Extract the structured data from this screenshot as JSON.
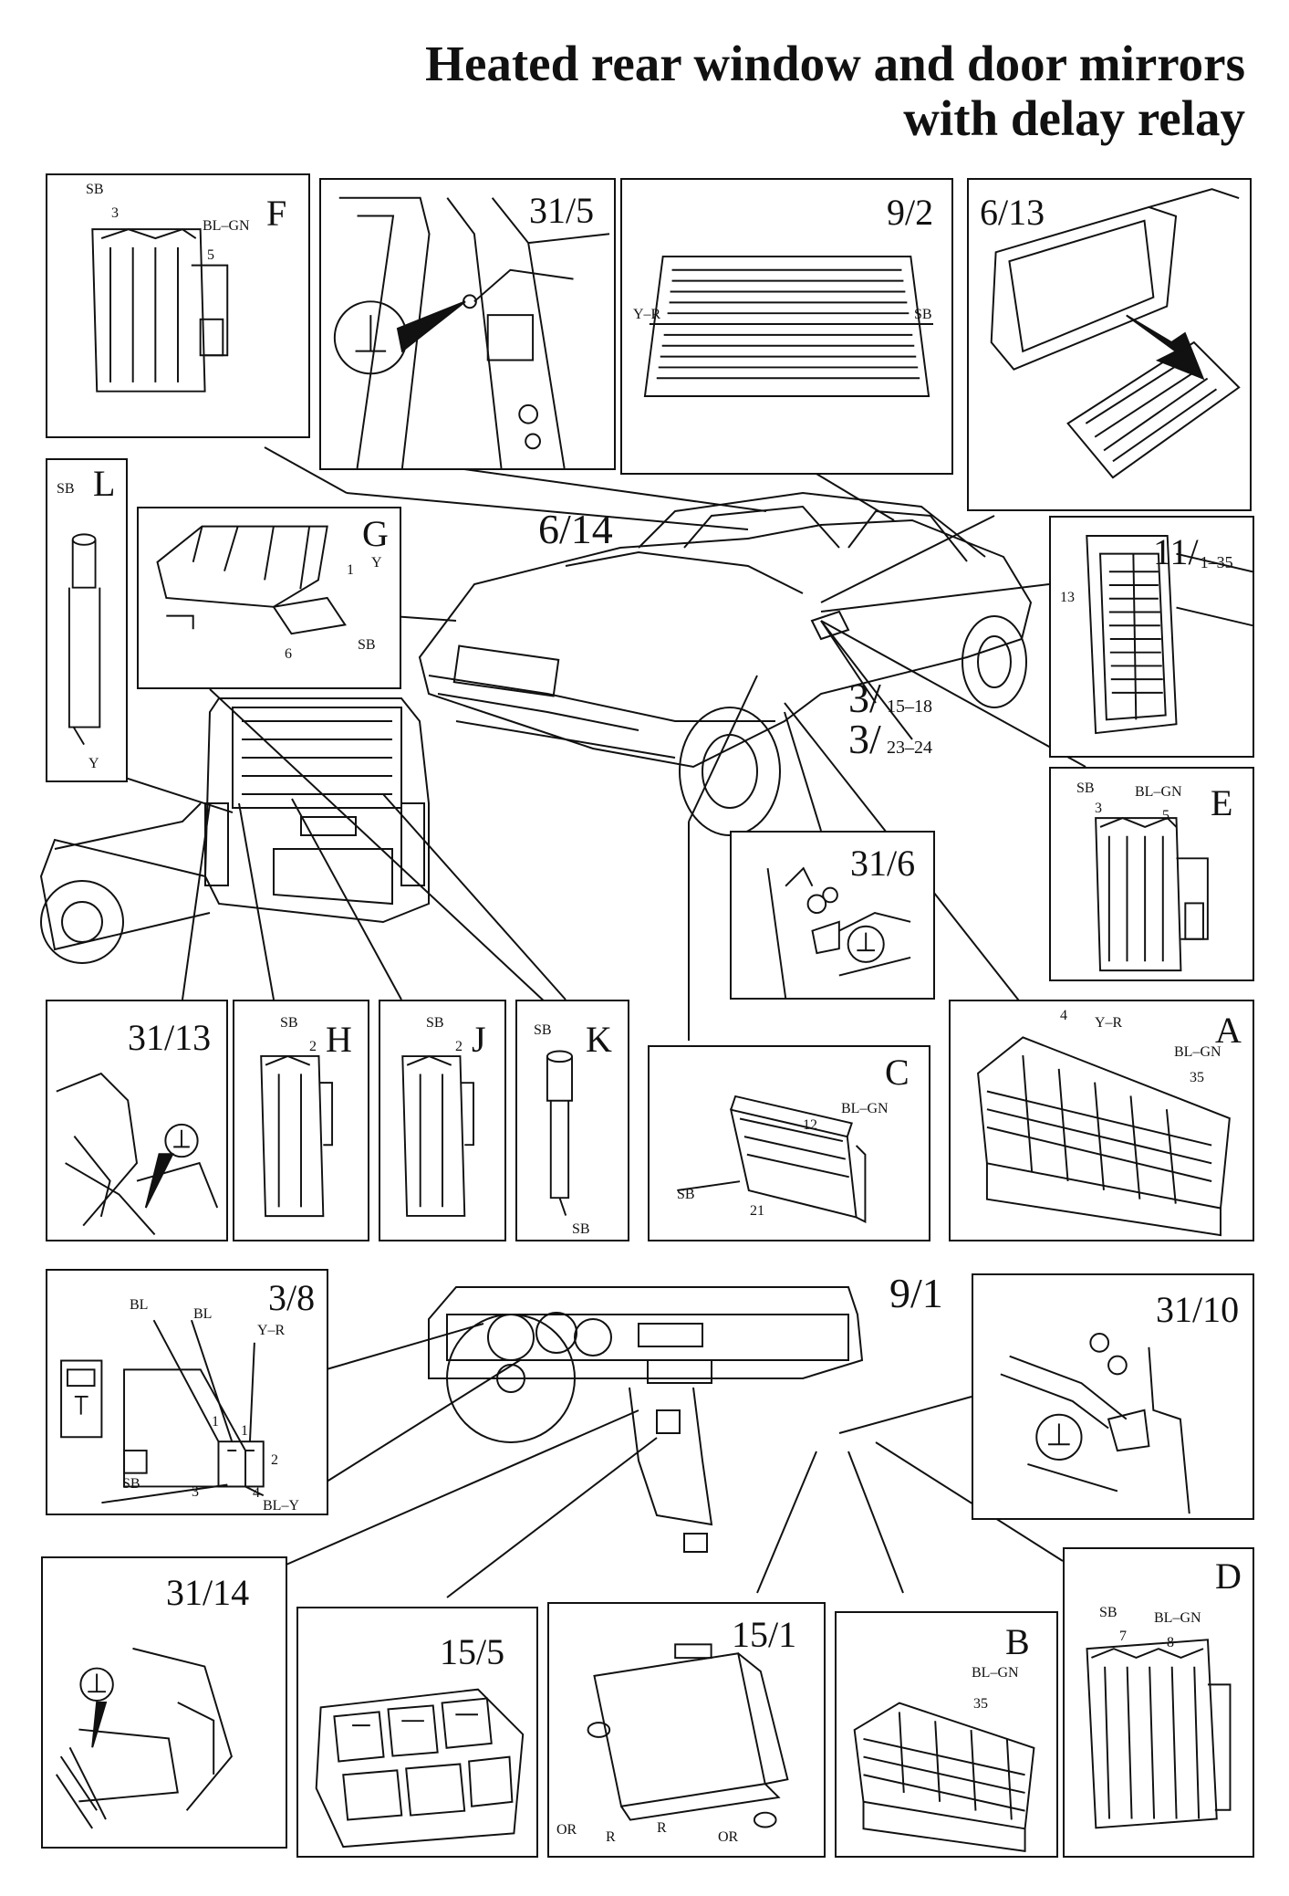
{
  "title": {
    "line1": "Heated rear window and door mirrors",
    "line2": "with delay relay"
  },
  "callouts": {
    "car_6_14": "6/14",
    "connector_3_main": "3/",
    "connector_3_15_18_sub": "15–18",
    "connector_3_23_24_sub": "23–24",
    "dash_9_1": "9/1"
  },
  "panels": {
    "F": {
      "letter": "F",
      "w1": "SB",
      "w2": "3",
      "w3": "BL–GN",
      "w4": "5"
    },
    "p31_5": {
      "code": "31/5"
    },
    "p9_2": {
      "code": "9/2",
      "w1": "Y–R",
      "w2": "SB"
    },
    "p6_13": {
      "code": "6/13"
    },
    "L": {
      "letter": "L",
      "w1": "SB",
      "w2": "Y"
    },
    "G": {
      "letter": "G",
      "w1": "Y",
      "w2": "1",
      "w3": "6",
      "w4": "SB"
    },
    "p11_1": {
      "code": "11/",
      "sub": "1–35",
      "w1": "13"
    },
    "E": {
      "letter": "E",
      "w1": "SB",
      "w2": "3",
      "w3": "BL–GN",
      "w4": "5"
    },
    "p31_6": {
      "code": "31/6"
    },
    "p31_13": {
      "code": "31/13"
    },
    "H": {
      "letter": "H",
      "w1": "SB",
      "w2": "2"
    },
    "J": {
      "letter": "J",
      "w1": "SB",
      "w2": "2"
    },
    "K": {
      "letter": "K",
      "w1": "SB",
      "w2": "SB"
    },
    "C": {
      "letter": "C",
      "w1": "BL–GN",
      "w2": "12",
      "w3": "SB",
      "w4": "21"
    },
    "A": {
      "letter": "A",
      "w1": "4",
      "w2": "Y–R",
      "w3": "BL–GN",
      "w4": "35"
    },
    "p3_8": {
      "code": "3/8",
      "w1": "BL",
      "w2": "BL",
      "w3": "Y–R",
      "w4": "1",
      "w5": "1",
      "w6": "2",
      "w7": "SB",
      "w8": "3",
      "w9": "4",
      "w10": "BL–Y"
    },
    "p31_10": {
      "code": "31/10"
    },
    "p31_14": {
      "code": "31/14"
    },
    "p15_5": {
      "code": "15/5"
    },
    "p15_1": {
      "code": "15/1",
      "w1": "OR",
      "w2": "R",
      "w3": "R",
      "w4": "OR"
    },
    "B": {
      "letter": "B",
      "w1": "BL–GN",
      "w2": "35"
    },
    "D": {
      "letter": "D",
      "w1": "SB",
      "w2": "7",
      "w3": "BL–GN",
      "w4": "8"
    }
  }
}
